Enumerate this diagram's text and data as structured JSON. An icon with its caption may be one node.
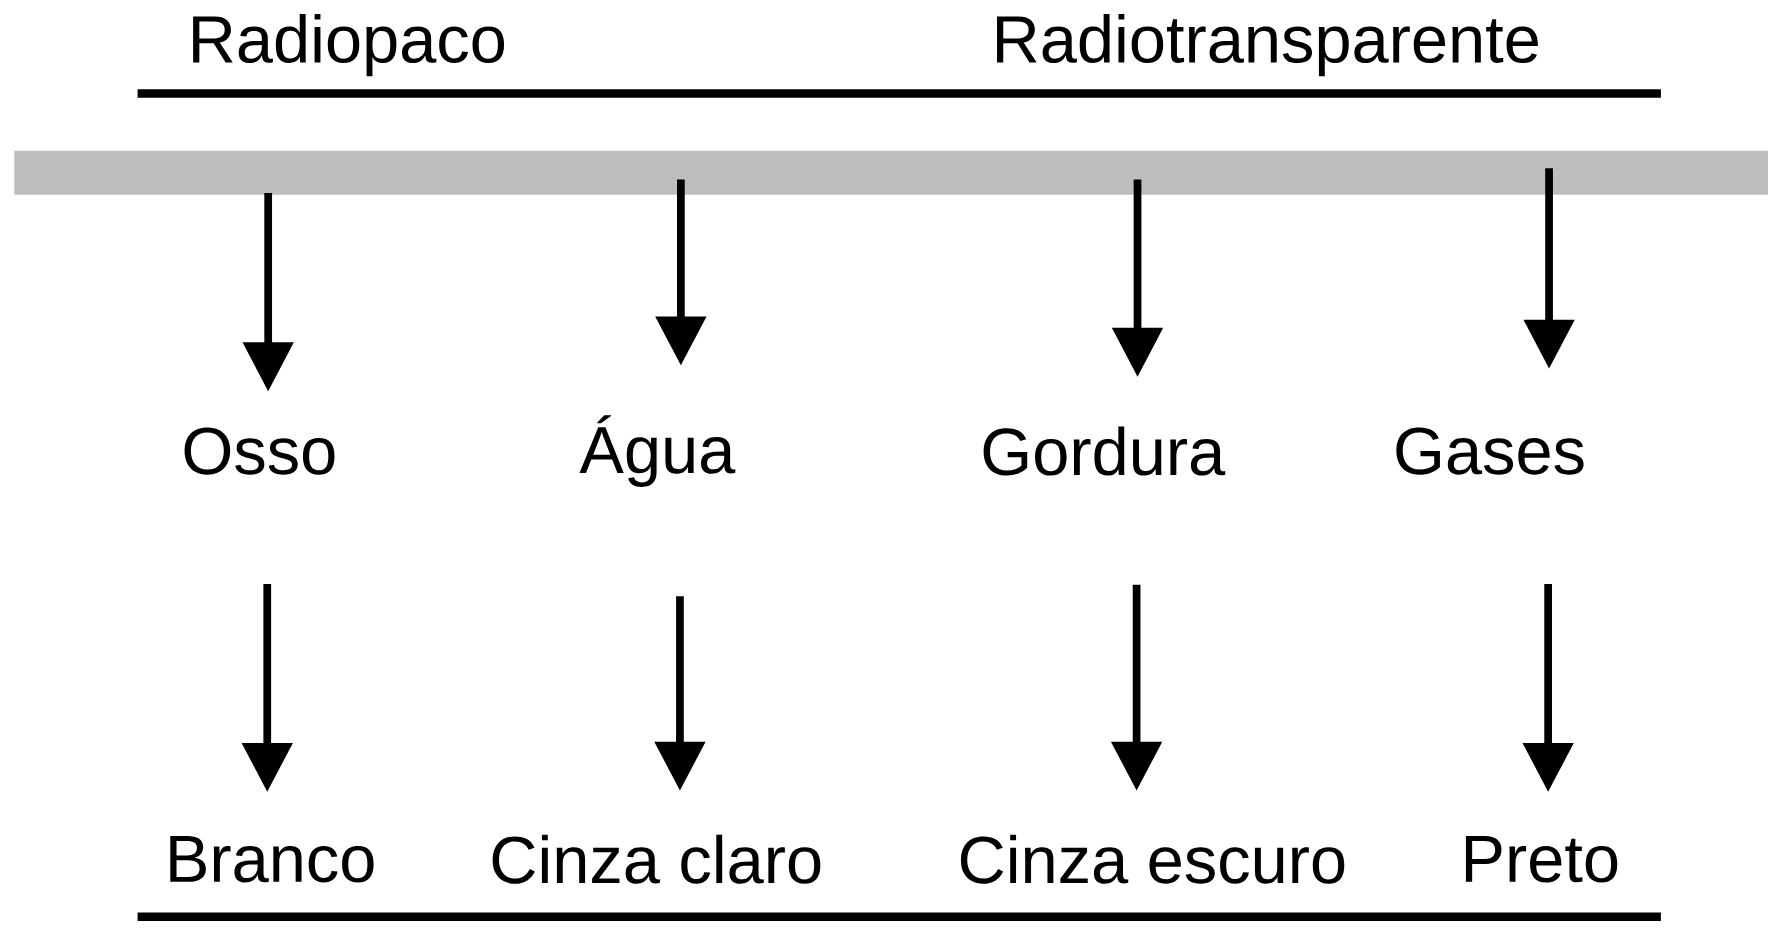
{
  "diagram": {
    "nodes": [
      {
        "text": [],
        "shape": "bar"
      },
      {
        "text": [
          "Osso"
        ]
      },
      {
        "text": [
          "Água"
        ]
      },
      {
        "text": [
          "Gordura"
        ]
      },
      {
        "text": [
          "Gases"
        ]
      },
      {
        "text": [
          "Branco"
        ]
      },
      {
        "text": [
          "Cinza claro"
        ]
      },
      {
        "text": [
          "Cinza escuro"
        ]
      },
      {
        "text": [
          "Preto"
        ]
      }
    ],
    "edges": [
      {
        "from": 0,
        "to": 1,
        "arrow": "to"
      },
      {
        "from": 0,
        "to": 2,
        "arrow": "to"
      },
      {
        "from": 0,
        "to": 3,
        "arrow": "to"
      },
      {
        "from": 0,
        "to": 4,
        "arrow": "to"
      },
      {
        "from": 1,
        "to": 5,
        "arrow": "to"
      },
      {
        "from": 2,
        "to": 6,
        "arrow": "to"
      },
      {
        "from": 3,
        "to": 7,
        "arrow": "to"
      },
      {
        "from": 4,
        "to": 8,
        "arrow": "to"
      }
    ],
    "labels": [
      "Radiopaco",
      "Radiotransparente"
    ]
  }
}
